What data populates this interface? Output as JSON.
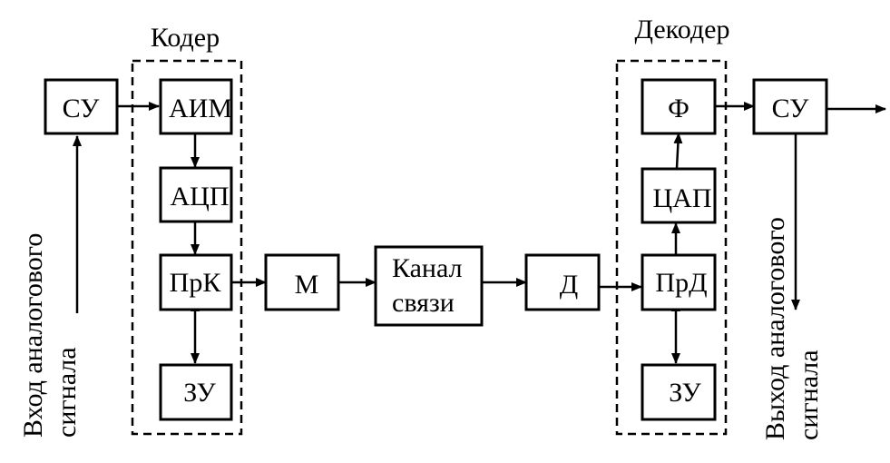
{
  "groups": {
    "coder": "Кодер",
    "decoder": "Декодер"
  },
  "blocks": {
    "su_in": "СУ",
    "aim": "АИМ",
    "acp": "АЦП",
    "prk": "ПрК",
    "zu_left": "ЗУ",
    "m": "М",
    "channel_line1": "Канал",
    "channel_line2": "связи",
    "d": "Д",
    "prd": "ПрД",
    "zu_right": "ЗУ",
    "cap": "ЦАП",
    "f": "Ф",
    "su_out": "СУ"
  },
  "side_labels": {
    "input_line1": "Вход аналогового",
    "input_line2": "сигнала",
    "output_line1": "Выход аналогового",
    "output_line2": "сигнала"
  }
}
